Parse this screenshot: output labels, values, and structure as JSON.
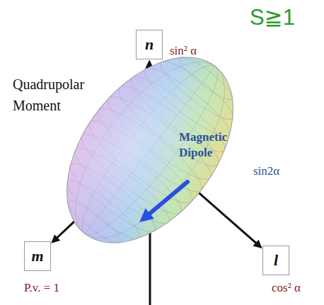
{
  "diagram": {
    "nodes": [
      {
        "text": [
          "n"
        ]
      },
      {
        "text": [
          "Magnetic Dipole"
        ]
      },
      {
        "text": [
          "m"
        ]
      },
      {
        "text": [
          "l"
        ]
      }
    ],
    "edges": [
      {
        "from": 1,
        "to": 0,
        "arrow": "to"
      },
      {
        "from": 1,
        "to": 2,
        "arrow": "to"
      },
      {
        "from": 1,
        "to": 3,
        "arrow": "to"
      }
    ],
    "labels": [
      "S≧1",
      "sin² α",
      "Quadrupolar Moment",
      "sin2α",
      "P.v. = 1",
      "cos² α"
    ]
  }
}
